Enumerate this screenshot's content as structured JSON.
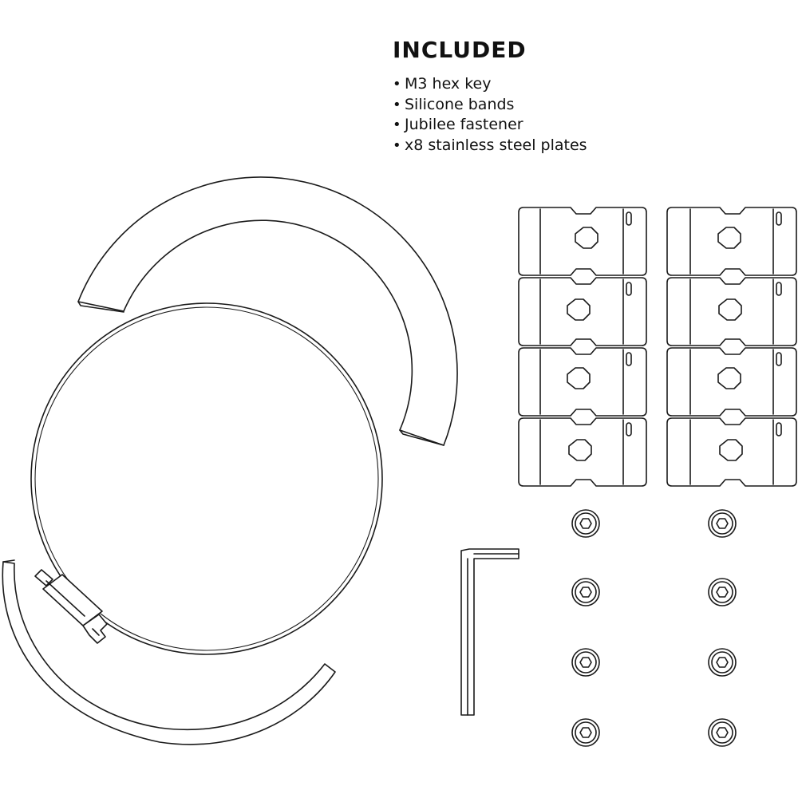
{
  "heading": "INCLUDED",
  "items": [
    "M3 hex key",
    "Silicone bands",
    "Jubilee fastener",
    "x8 stainless steel plates"
  ],
  "bullet": "•",
  "stroke_color": "#1a1a1a",
  "background_color": "#ffffff"
}
